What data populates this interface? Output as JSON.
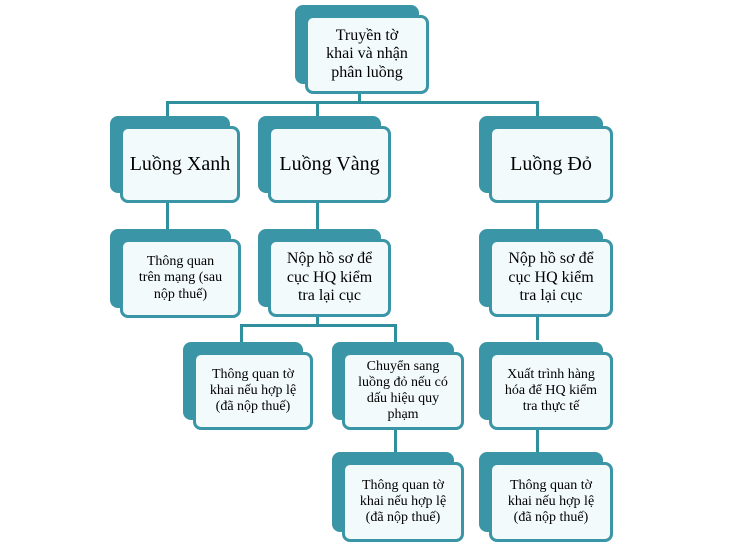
{
  "diagram": {
    "root": "Truyền tờ\nkhai và nhận\nphân luồng",
    "green": {
      "title": "Luồng  Xanh",
      "step1": "Thông  quan\ntrên mạng  (sau\nnộp thuế)"
    },
    "yellow": {
      "title": "Luồng  Vàng",
      "step1": "Nộp hồ sơ để\ncục HQ kiểm\ntra lại cục",
      "branch_a": "Thông  quan tờ\nkhai nếu hợp lệ\n(đã nộp thuế)",
      "branch_b": "Chuyển  sang\nluồng  đỏ nếu  có\ndấu hiệu  quy\nphạm",
      "branch_b_next": "Thông  quan tờ\nkhai nếu hợp lệ\n(đã nộp thuế)"
    },
    "red": {
      "title": "Luồng  Đỏ",
      "step1": "Nộp hồ sơ để\ncục HQ kiểm\ntra lại cục",
      "step2": "Xuất  trình  hàng\nhóa để HQ kiểm\ntra thực tế",
      "step3": "Thông  quan tờ\nkhai nếu hợp lệ\n(đã nộp thuế)"
    }
  },
  "colors": {
    "accent": "#3a95a6",
    "line": "#2f8f9d",
    "box_fill": "#f3fafb"
  }
}
